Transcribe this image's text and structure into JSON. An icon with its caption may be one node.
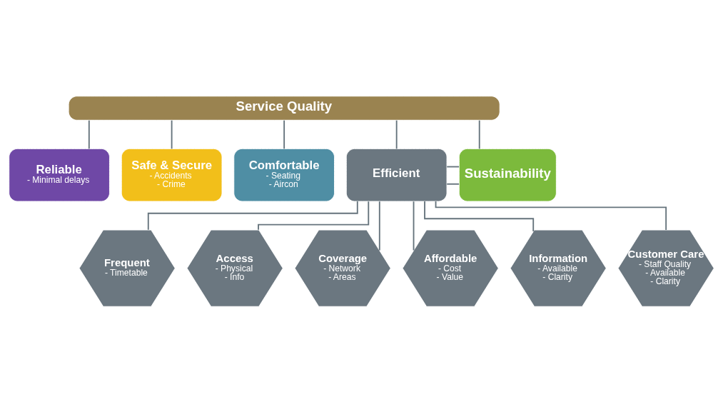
{
  "diagram": {
    "nodes": [
      {
        "text": [
          "Service Quality"
        ]
      },
      {
        "text": [
          "Reliable",
          "- Minimal delays"
        ]
      },
      {
        "text": [
          "Safe & Secure",
          "- Accidents",
          "- Crime"
        ]
      },
      {
        "text": [
          "Comfortable",
          "- Seating",
          "- Aircon"
        ]
      },
      {
        "text": [
          "Efficient"
        ]
      },
      {
        "text": [
          "Frequent",
          "- Timetable"
        ]
      },
      {
        "text": [
          "Access",
          "- Physical",
          "- Info"
        ]
      },
      {
        "text": [
          "Coverage",
          "- Network",
          "- Areas"
        ]
      },
      {
        "text": [
          "Affordable",
          "- Cost",
          "- Value"
        ]
      },
      {
        "text": [
          "Information",
          "- Available",
          "- Clarity"
        ]
      },
      {
        "text": [
          "Customer Care",
          "- Staff Quality",
          "- Available",
          "- Clarity"
        ]
      },
      {
        "text": [
          "Sustainability"
        ]
      }
    ],
    "edges": [
      {
        "from": 0,
        "to": 11,
        "arrow": "none"
      },
      {
        "from": 0,
        "to": 1,
        "arrow": "none"
      },
      {
        "from": 0,
        "to": 2,
        "arrow": "none"
      },
      {
        "from": 0,
        "to": 3,
        "arrow": "none"
      },
      {
        "from": 0,
        "to": 4,
        "arrow": "none"
      },
      {
        "from": 4,
        "to": 11,
        "arrow": "none"
      },
      {
        "from": 4,
        "to": 5,
        "arrow": "none"
      },
      {
        "from": 4,
        "to": 6,
        "arrow": "none"
      },
      {
        "from": 4,
        "to": 7,
        "arrow": "none"
      },
      {
        "from": 4,
        "to": 8,
        "arrow": "none"
      },
      {
        "from": 4,
        "to": 9,
        "arrow": "none"
      },
      {
        "from": 4,
        "to": 10,
        "arrow": "none"
      },
      {
        "from": 4,
        "to": 11,
        "arrow": "none"
      }
    ]
  }
}
